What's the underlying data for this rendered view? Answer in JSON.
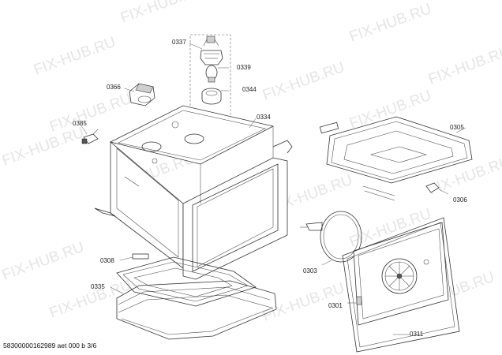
{
  "watermark_text": "FIX-HUB.RU",
  "footer_text": "58300000162989 aet 000 b 3/6",
  "parts": {
    "p0337": "0337",
    "p0339": "0339",
    "p0344": "0344",
    "p0366": "0366",
    "p0385": "0385",
    "p0334": "0334",
    "p0305": "0305",
    "p0306": "0306",
    "p0308": "0308",
    "p0335": "0335",
    "p0303": "0303",
    "p0301": "0301",
    "p0311": "0311"
  }
}
